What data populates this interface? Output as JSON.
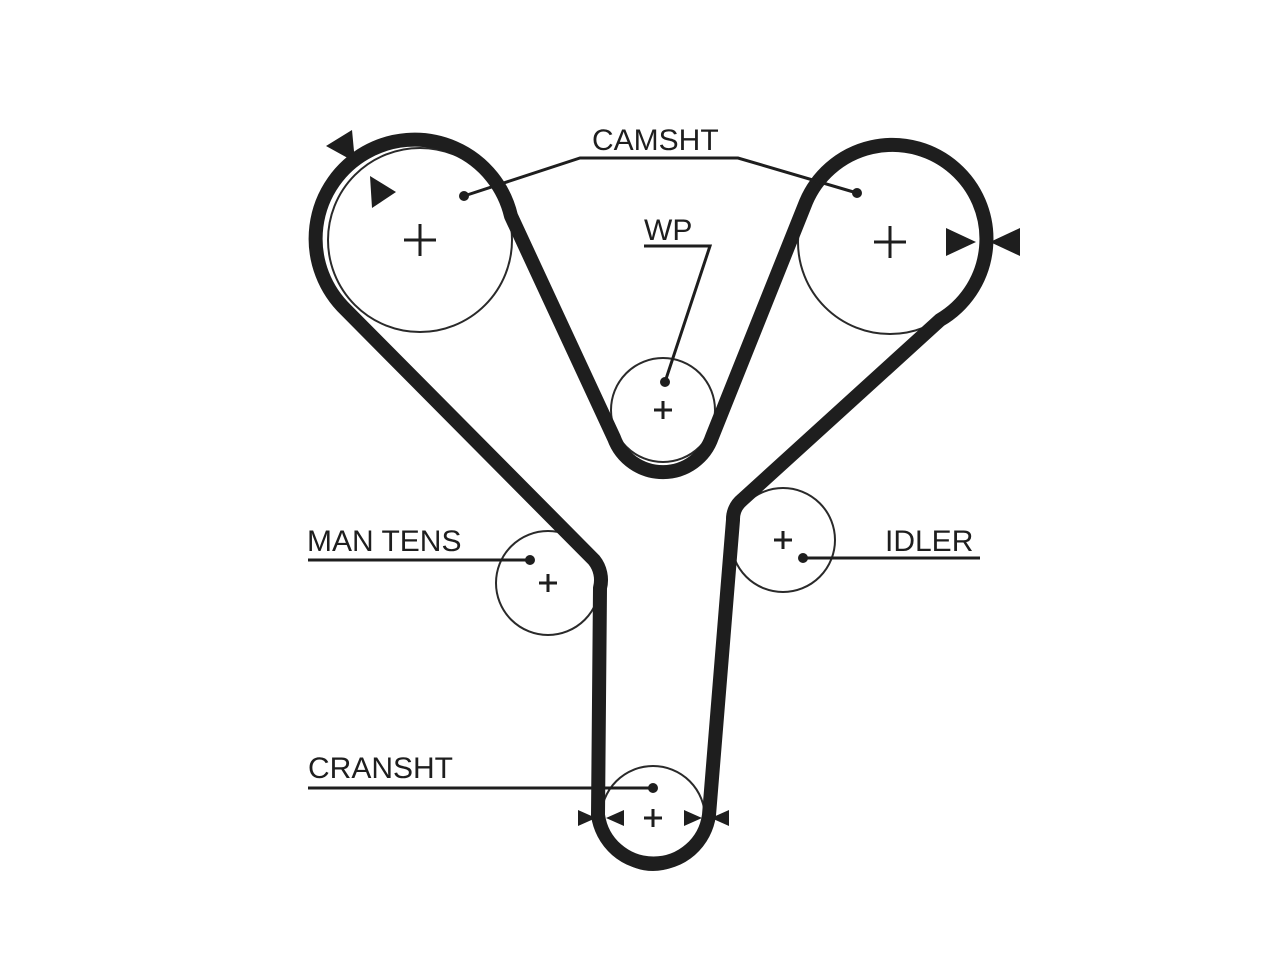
{
  "labels": {
    "camshaft": "CAMSHT",
    "water_pump": "WP",
    "manual_tensioner": "MAN TENS",
    "idler": "IDLER",
    "crankshaft": "CRANSHT"
  },
  "colors": {
    "belt": "#1e1e1e",
    "text": "#1e1e1e",
    "background": "#ffffff"
  }
}
